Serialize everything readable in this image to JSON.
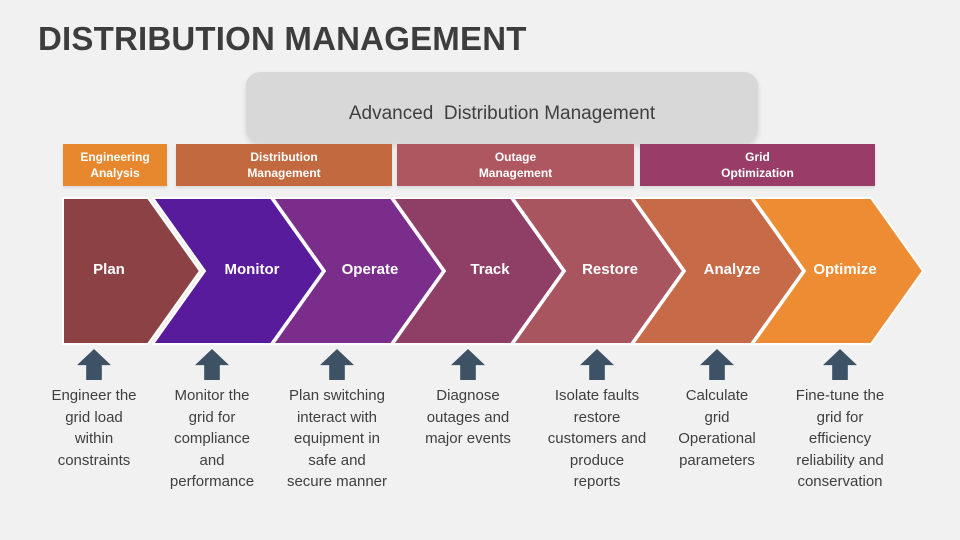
{
  "title": "DISTRIBUTION MANAGEMENT",
  "banner": {
    "label": "Advanced  Distribution Management",
    "bg": "#d8d8d8",
    "text_color": "#404040"
  },
  "categories": [
    {
      "label": "Engineering\nAnalysis",
      "color": "#e7882f"
    },
    {
      "label": "Distribution\nManagement",
      "color": "#c2693f"
    },
    {
      "label": "Outage\nManagement",
      "color": "#af5760"
    },
    {
      "label": "Grid\nOptimization",
      "color": "#993d68"
    }
  ],
  "steps": [
    {
      "label": "Plan",
      "color": "#8c4245",
      "description": "Engineer the\ngrid load\nwithin\nconstraints"
    },
    {
      "label": "Monitor",
      "color": "#571b9b",
      "description": "Monitor the\ngrid for\ncompliance\nand\nperformance"
    },
    {
      "label": "Operate",
      "color": "#7b2d8c",
      "description": "Plan switching\ninteract with\nequipment in\nsafe and\nsecure manner"
    },
    {
      "label": "Track",
      "color": "#8f3f66",
      "description": "Diagnose\noutages and\nmajor events"
    },
    {
      "label": "Restore",
      "color": "#a8555f",
      "description": "Isolate faults\nrestore\ncustomers and\nproduce\nreports"
    },
    {
      "label": "Analyze",
      "color": "#c66a48",
      "description": "Calculate\ngrid\nOperational\nparameters"
    },
    {
      "label": "Optimize",
      "color": "#ee8c34",
      "description": "Fine-tune the\ngrid for\nefficiency\nreliability and\nconservation"
    }
  ],
  "arrow_color": "#3e5266",
  "background_color": "#f1f1f2"
}
